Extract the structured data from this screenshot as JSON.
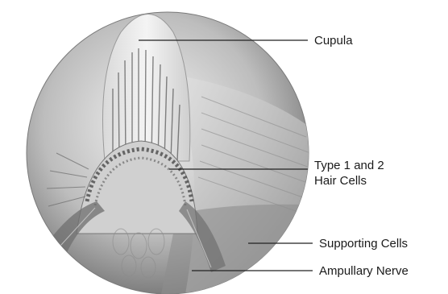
{
  "labels": {
    "cupula": "Cupula",
    "hair_cells_line1": "Type 1 and 2",
    "hair_cells_line2": "Hair Cells",
    "supporting_cells": "Supporting Cells",
    "ampullary_nerve": "Ampullary Nerve"
  },
  "colors": {
    "line": "#222222",
    "circle_edge": "#6e6e6e",
    "fill_light": "#e6e6e6",
    "fill_mid": "#a8a8a8",
    "fill_dark": "#555555"
  }
}
